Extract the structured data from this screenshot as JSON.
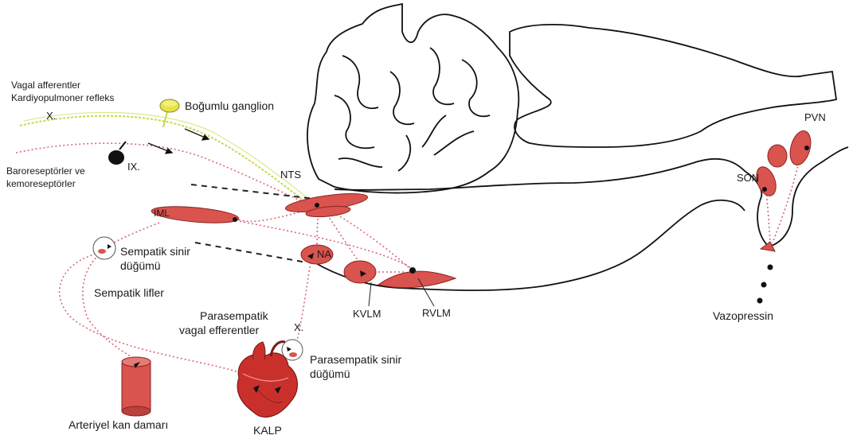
{
  "labels": {
    "vagal_afferent": "Vagal afferentler",
    "cardiopulmonary": "Kardiyopulmoner refleks",
    "x_top": "X.",
    "nodose": "Boğumlu ganglion",
    "ix": "IX.",
    "baroreceptors": "Baroreseptörler ve",
    "chemoreceptors": "kemoreseptörler",
    "nts": "NTS",
    "iml": "IML",
    "symp_ganglion_1": "Sempatik sinir",
    "symp_ganglion_2": "düğümü",
    "symp_fibers": "Sempatik lifler",
    "na": "NA",
    "cvlm": "KVLM",
    "rvlm": "RVLM",
    "parasymp_1": "Parasempatik",
    "parasymp_2": "vagal efferentler",
    "x_bottom": "X.",
    "parasymp_ganglion_1": "Parasempatik sinir",
    "parasymp_ganglion_2": "düğümü",
    "artery": "Arteriyel kan damarı",
    "heart": "KALP",
    "son": "SON",
    "pvn": "PVN",
    "vasopressin": "Vazopressin"
  },
  "colors": {
    "nucleus": "#d9534f",
    "pathway": "#d9687a",
    "vagal_fiber": "#c8d94a",
    "ganglion": "#e8e24a"
  }
}
